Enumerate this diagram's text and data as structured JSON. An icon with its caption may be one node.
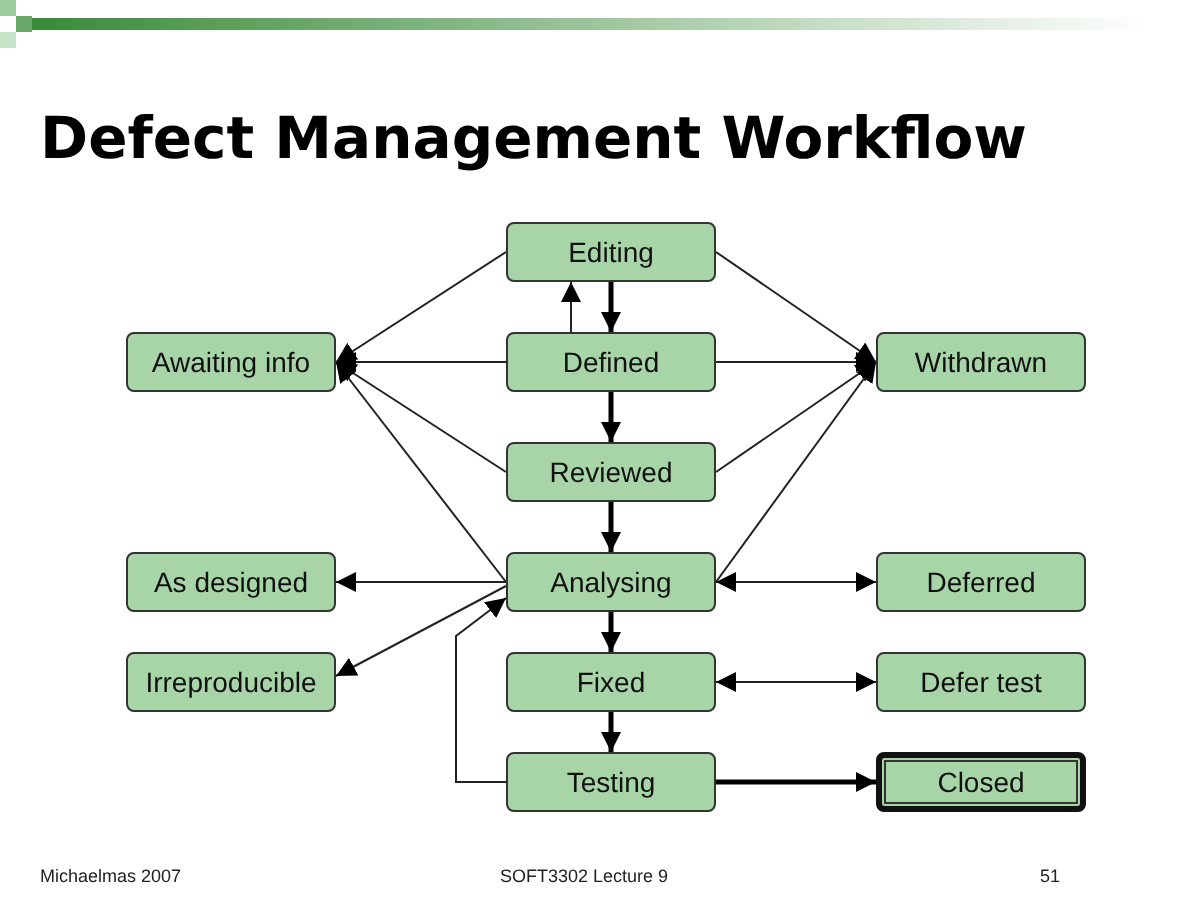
{
  "diagram": {
    "title": "Defect Management Workflow",
    "nodes": [
      {
        "text": [
          "Editing"
        ]
      },
      {
        "text": [
          "Awaiting info"
        ]
      },
      {
        "text": [
          "Defined"
        ]
      },
      {
        "text": [
          "Withdrawn"
        ]
      },
      {
        "text": [
          "Reviewed"
        ]
      },
      {
        "text": [
          "As designed"
        ]
      },
      {
        "text": [
          "Analysing"
        ]
      },
      {
        "text": [
          "Deferred"
        ]
      },
      {
        "text": [
          "Irreproducible"
        ]
      },
      {
        "text": [
          "Fixed"
        ]
      },
      {
        "text": [
          "Defer test"
        ]
      },
      {
        "text": [
          "Testing"
        ]
      },
      {
        "text": [
          "Closed"
        ]
      }
    ],
    "edges": [
      {
        "from": 0,
        "to": 2,
        "arrow": "to",
        "style": "thick"
      },
      {
        "from": 2,
        "to": 0,
        "arrow": "to"
      },
      {
        "from": 2,
        "to": 4,
        "arrow": "to",
        "style": "thick"
      },
      {
        "from": 4,
        "to": 6,
        "arrow": "to",
        "style": "thick"
      },
      {
        "from": 6,
        "to": 9,
        "arrow": "to",
        "style": "thick"
      },
      {
        "from": 9,
        "to": 11,
        "arrow": "to",
        "style": "thick"
      },
      {
        "from": 11,
        "to": 12,
        "arrow": "to",
        "style": "thick"
      },
      {
        "from": 0,
        "to": 1,
        "arrow": "to"
      },
      {
        "from": 2,
        "to": 1,
        "arrow": "to"
      },
      {
        "from": 4,
        "to": 1,
        "arrow": "to"
      },
      {
        "from": 6,
        "to": 1,
        "arrow": "to"
      },
      {
        "from": 0,
        "to": 3,
        "arrow": "to"
      },
      {
        "from": 2,
        "to": 3,
        "arrow": "to"
      },
      {
        "from": 4,
        "to": 3,
        "arrow": "to"
      },
      {
        "from": 6,
        "to": 3,
        "arrow": "to"
      },
      {
        "from": 6,
        "to": 5,
        "arrow": "to"
      },
      {
        "from": 6,
        "to": 8,
        "arrow": "to"
      },
      {
        "from": 6,
        "to": 7,
        "arrow": "both"
      },
      {
        "from": 9,
        "to": 10,
        "arrow": "both"
      },
      {
        "from": 11,
        "to": 6,
        "arrow": "to"
      }
    ],
    "labels": [
      "Michaelmas 2007",
      "SOFT3302 Lecture 9",
      "51"
    ]
  }
}
